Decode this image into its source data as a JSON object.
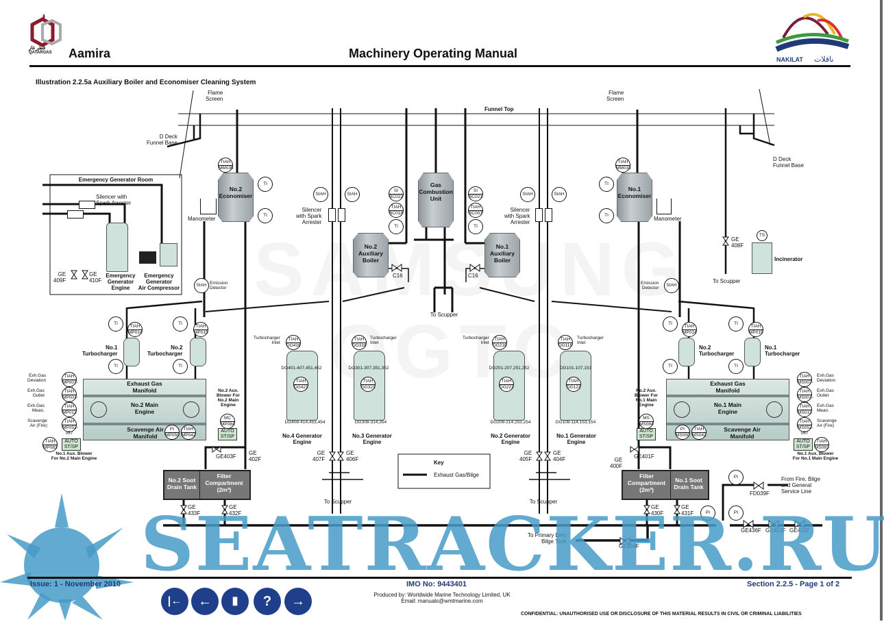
{
  "header": {
    "left_logo": {
      "name": "QATARGAS",
      "arabic": "قطر غاز"
    },
    "ship_name": "Aamira",
    "manual_title": "Machinery Operating Manual",
    "right_logo": {
      "name": "NAKILAT",
      "arabic": "ناقلات"
    },
    "illustration_title": "Illustration 2.2.5a Auxiliary Boiler and Economiser Cleaning System"
  },
  "funnel": {
    "funnel_top": "Funnel Top",
    "flame_screen": "Flame\nScreen",
    "d_deck_left": "D Deck\nFunnel Base",
    "d_deck_right": "D Deck\nFunnel Base"
  },
  "emergency_room": {
    "title": "Emergency Generator Room",
    "silencer": "Silencer with\nSpark Arrester",
    "valve_a": "GE\n409F",
    "valve_b": "GE\n410F",
    "engine": "Emergency\nGenerator\nEngine",
    "compressor": "Emergency\nGenerator\nAir Compressor"
  },
  "economisers": [
    {
      "name": "No.2\nEconomiser",
      "tiah": "TIAH",
      "tag": "MM035",
      "ti": "TI",
      "manometer": "Manometer"
    },
    {
      "name": "No.1\nEconomiser",
      "tiah": "TIAH",
      "tag": "MM033",
      "ti": "TI",
      "manometer": "Manometer"
    }
  ],
  "gcu": {
    "name": "Gas\nCombustion\nUnit",
    "scupper": "To Scupper"
  },
  "boilers": [
    {
      "name": "No.2\nAuxiliary\nBoiler",
      "valve": "C16",
      "si": "SI",
      "si_tag": "BC022",
      "tiah": "TIAH",
      "tiah_tag": "BC018",
      "ti": "TI"
    },
    {
      "name": "No.1\nAuxiliary\nBoiler",
      "valve": "C16",
      "si": "SI",
      "si_tag": "BC021",
      "tiah": "TIAH",
      "tiah_tag": "BC007",
      "ti": "TI"
    }
  ],
  "silencers": {
    "label": "Silencer\nwith Spark\nArrester",
    "siah": "SIAH"
  },
  "emission": {
    "label": "Emission\nDetector",
    "siah": "SIAH"
  },
  "incinerator": {
    "name": "Incinerator",
    "ts": "TS",
    "valve": "GE\n408F",
    "scupper": "To Scupper"
  },
  "turbochargers": {
    "left": [
      {
        "name": "No.1\nTurbocharger",
        "tiah_tag": "MP014"
      },
      {
        "name": "No.2\nTurbocharger",
        "tiah_tag": "MP015"
      }
    ],
    "right": [
      {
        "name": "No.2\nTurbocharger",
        "tiah_tag": "MP014"
      },
      {
        "name": "No.1\nTurbocharger",
        "tiah_tag": "MP015"
      }
    ]
  },
  "main_engines": [
    {
      "name": "No.2 Main\nEngine",
      "exhaust": "Exhaust Gas\nManifold",
      "scavenge": "Scavenge Air\nManifold",
      "side_labels": [
        {
          "label": "Exh.Gas\nDeviation",
          "tag": "MP007-012"
        },
        {
          "label": "Exh.Gas\nOutlet",
          "tag": "MP001-006"
        },
        {
          "label": "Exh.Gas\nMean.",
          "tag": "MP013"
        },
        {
          "label": "Scavenge\nAir (Fire)",
          "tag": "MP052-057"
        }
      ],
      "pi_tag": "MP050",
      "tiah_tag": "MP042",
      "blower1": "No.1 Aux. Blower\nFor No.2 Main Engine",
      "blower1_tag": "MP083",
      "blower2": "No.2 Aux.\nBlower For\nNo.2 Main\nEngine",
      "blower2_inst": "MC",
      "blower2_tag": "MP084",
      "auto": "AUTO\nST/SP"
    },
    {
      "name": "No.1 Main\nEngine",
      "exhaust": "Exhaust Gas\nManifold",
      "scavenge": "Scavenge Air\nManifold",
      "side_labels": [
        {
          "label": "Exh.Gas\nDeviation",
          "tag": "MS007-012"
        },
        {
          "label": "Exh.Gas\nOutlet",
          "tag": "MS001-006"
        },
        {
          "label": "Exh.Gas\nMean.",
          "tag": "MS013"
        },
        {
          "label": "Scavenge\nAir (Fire)",
          "tag": "MS052-057"
        }
      ],
      "pi_tag": "MS050",
      "tiah_tag": "MS042",
      "blower1": "No.1 Aux. Blower\nFor No.1 Main Engine",
      "blower1_tag": "MS083",
      "blower2": "No.2 Aux.\nBlower For\nNo.1 Main\nEngine",
      "blower2_inst": "MS",
      "blower2_tag": "MS084",
      "auto": "AUTO\nST/SP"
    }
  ],
  "generators": [
    {
      "name": "No.4 Generator\nEngine",
      "inlet_tag": "DG416",
      "tag1": "DG401-407,451,452",
      "tag2": "DG421",
      "tag3": "DG408-414,453,454"
    },
    {
      "name": "No.3 Generator\nEngine",
      "inlet_tag": "DG316",
      "tag1": "DG301-307,351,352",
      "tag2": "DG321",
      "tag3": "DG308-314,354"
    },
    {
      "name": "No.2 Generator\nEngine",
      "inlet_tag": "DG216",
      "tag1": "DG201-207,251,252",
      "tag2": "DG221",
      "tag3": "DG208-214,253,254"
    },
    {
      "name": "No.1 Generator\nEngine",
      "inlet_tag": "DG116",
      "tag1": "DG101-107,153",
      "tag2": "DG121",
      "tag3": "DG108-114,153,154"
    }
  ],
  "turbo_inlet": "Turbocharger\nInlet",
  "valves": {
    "ge407f": "GE\n407F",
    "ge406f": "GE\n406F",
    "ge405f": "GE\n405F",
    "ge404f": "GE\n404F",
    "ge403f": "GE403F",
    "ge402f": "GE\n402F",
    "ge401f": "GE401F",
    "ge400f": "GE\n400F",
    "ge433f": "GE\n433F",
    "ge432f": "GE\n432F",
    "ge430f": "GE\n430F",
    "ge431f": "GE\n431F",
    "ge434f": "GE434F",
    "ge436f": "GE436F",
    "ge452f": "GE452F",
    "ge450f": "GE450F",
    "fd039f": "FD039F"
  },
  "soot_tanks": [
    {
      "name": "No.2 Soot\nDrain Tank",
      "filter": "Filter\nCompartment\n(2m³)"
    },
    {
      "name": "No.1 Soot\nDrain Tank",
      "filter": "Filter\nCompartment\n(2m³)"
    }
  ],
  "scupper": "To Scupper",
  "primary_bilge": "To Primary Dirty\nBilge Tank",
  "fire_line": "From Fire, Bilge\nand General\nService Line",
  "pi": "PI",
  "key": {
    "title": "Key",
    "item": "Exhaust Gas/Bilge",
    "item_color": "#111111"
  },
  "footer": {
    "issue": "Issue: 1  -  November 2010",
    "imo": "IMO No: 9443401",
    "section": "Section 2.2.5  -  Page 1 of 2",
    "produced_by": "Produced by: Worldwide Marine Technology Limited, UK",
    "email": "Email: manuals@wmtmarine.com",
    "confidential": "CONFIDENTIAL: UNAUTHORISED USE OR DISCLOSURE OF THIS MATERIAL RESULTS IN CIVIL OR CRIMINAL LIABILITIES"
  },
  "nav_buttons": [
    {
      "name": "first-page",
      "glyph": "|←"
    },
    {
      "name": "previous-page",
      "glyph": "←"
    },
    {
      "name": "bookmark",
      "glyph": "▮"
    },
    {
      "name": "help",
      "glyph": "?"
    },
    {
      "name": "next-page",
      "glyph": "→"
    }
  ],
  "watermarks": {
    "samsung": "SAMSUNG",
    "ogtc": "OGTC",
    "seatracker": "SEATRACKER.RU"
  },
  "colors": {
    "nav_blue": "#1f3f8a",
    "seatracker_blue": "#469bc8",
    "engine_teal": "#cfe2dc",
    "tank_grey": "#777777"
  }
}
